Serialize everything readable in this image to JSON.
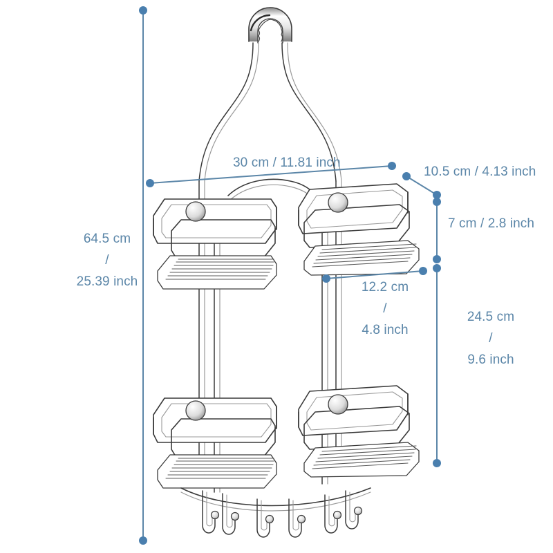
{
  "figure": {
    "subject": "shower-caddy-hanging-rack",
    "view": "three-quarter-perspective-line-drawing",
    "background_color": "#ffffff",
    "line_color": "#3a3a3a",
    "dimension_color": "#5b86a8"
  },
  "dimensions": {
    "overall_height": {
      "name": "overall-height",
      "cm": "64.5 cm",
      "separator": "/",
      "inch": "25.39 inch",
      "orientation": "vertical",
      "side": "left"
    },
    "overall_width": {
      "name": "overall-width",
      "text": "30 cm / 11.81 inch",
      "cm": "30 cm",
      "inch": "11.81 inch",
      "orientation": "horizontal",
      "side": "top"
    },
    "depth": {
      "name": "depth",
      "text": "10.5 cm / 4.13 inch",
      "cm": "10.5 cm",
      "inch": "4.13 inch",
      "orientation": "diagonal-leader",
      "side": "top-right"
    },
    "basket_gap": {
      "name": "basket-gap",
      "text": "7 cm / 2.8 inch",
      "cm": "7 cm",
      "inch": "2.8 inch",
      "orientation": "vertical",
      "side": "right"
    },
    "shelf_width": {
      "name": "shelf-width",
      "cm": "12.2 cm",
      "separator": "/",
      "inch": "4.8 inch",
      "orientation": "horizontal",
      "side": "center-right"
    },
    "tier_spacing": {
      "name": "tier-spacing",
      "cm": "24.5 cm",
      "separator": "/",
      "inch": "9.6 inch",
      "orientation": "vertical",
      "side": "right"
    }
  },
  "product_parts": {
    "top_hook": "inverted-u-hanger-hook",
    "hanger_arms": "curved-twin-arms",
    "upper_basket_left": "wire-basket",
    "upper_basket_right": "wire-basket",
    "lower_basket_left": "wire-basket",
    "lower_basket_right": "wire-basket",
    "bottom_hooks_count": "6",
    "bottom_hooks": "j-hooks-with-ball-tips"
  }
}
